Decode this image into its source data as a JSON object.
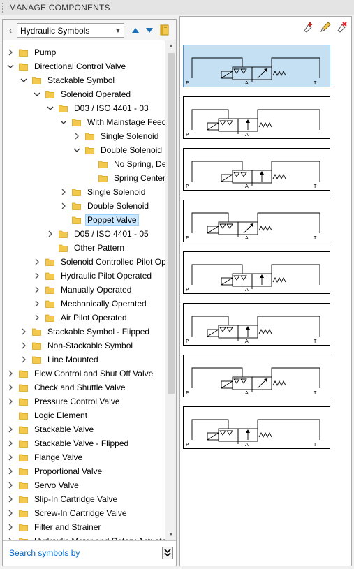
{
  "window": {
    "title": "MANAGE COMPONENTS"
  },
  "library_select": {
    "value": "Hydraulic Symbols"
  },
  "tree": [
    {
      "label": "Pump",
      "level": 0,
      "state": "collapsed"
    },
    {
      "label": "Directional Control Valve",
      "level": 0,
      "state": "expanded"
    },
    {
      "label": "Stackable Symbol",
      "level": 1,
      "state": "expanded"
    },
    {
      "label": "Solenoid Operated",
      "level": 2,
      "state": "expanded"
    },
    {
      "label": "D03 / ISO 4401 - 03",
      "level": 3,
      "state": "expanded"
    },
    {
      "label": "With Mainstage Feedl",
      "level": 4,
      "state": "expanded"
    },
    {
      "label": "Single Solenoid",
      "level": 5,
      "state": "collapsed"
    },
    {
      "label": "Double Solenoid",
      "level": 5,
      "state": "expanded"
    },
    {
      "label": "No Spring, Det",
      "level": 6,
      "state": "leaf"
    },
    {
      "label": "Spring Centere",
      "level": 6,
      "state": "leaf"
    },
    {
      "label": "Single Solenoid",
      "level": 4,
      "state": "collapsed"
    },
    {
      "label": "Double Solenoid",
      "level": 4,
      "state": "collapsed"
    },
    {
      "label": "Poppet Valve",
      "level": 4,
      "state": "leaf",
      "selected": true
    },
    {
      "label": "D05 / ISO 4401 - 05",
      "level": 3,
      "state": "collapsed"
    },
    {
      "label": "Other Pattern",
      "level": 3,
      "state": "leaf"
    },
    {
      "label": "Solenoid Controlled Pilot Op",
      "level": 2,
      "state": "collapsed"
    },
    {
      "label": "Hydraulic Pilot Operated",
      "level": 2,
      "state": "collapsed"
    },
    {
      "label": "Manually Operated",
      "level": 2,
      "state": "collapsed"
    },
    {
      "label": "Mechanically Operated",
      "level": 2,
      "state": "collapsed"
    },
    {
      "label": "Air Pilot Operated",
      "level": 2,
      "state": "collapsed"
    },
    {
      "label": "Stackable Symbol - Flipped",
      "level": 1,
      "state": "collapsed"
    },
    {
      "label": "Non-Stackable Symbol",
      "level": 1,
      "state": "collapsed"
    },
    {
      "label": "Line Mounted",
      "level": 1,
      "state": "collapsed"
    },
    {
      "label": "Flow Control and Shut Off Valve",
      "level": 0,
      "state": "collapsed"
    },
    {
      "label": "Check and Shuttle Valve",
      "level": 0,
      "state": "collapsed"
    },
    {
      "label": "Pressure Control Valve",
      "level": 0,
      "state": "collapsed"
    },
    {
      "label": "Logic Element",
      "level": 0,
      "state": "leaf"
    },
    {
      "label": "Stackable Valve",
      "level": 0,
      "state": "collapsed"
    },
    {
      "label": "Stackable Valve - Flipped",
      "level": 0,
      "state": "collapsed"
    },
    {
      "label": "Flange Valve",
      "level": 0,
      "state": "collapsed"
    },
    {
      "label": "Proportional Valve",
      "level": 0,
      "state": "collapsed"
    },
    {
      "label": "Servo Valve",
      "level": 0,
      "state": "collapsed"
    },
    {
      "label": "Slip-In Cartridge Valve",
      "level": 0,
      "state": "collapsed"
    },
    {
      "label": "Screw-In Cartridge Valve",
      "level": 0,
      "state": "collapsed"
    },
    {
      "label": "Filter and Strainer",
      "level": 0,
      "state": "collapsed"
    },
    {
      "label": "Hydraulic Motor and Rotary Actuato",
      "level": 0,
      "state": "collapsed"
    }
  ],
  "search": {
    "link_label": "Search symbols by"
  },
  "symbols": [
    {
      "ports": [
        "P",
        "A",
        "T"
      ],
      "selected": true
    },
    {
      "ports": [
        "P",
        "A"
      ],
      "selected": false
    },
    {
      "ports": [
        "P",
        "A",
        "T"
      ],
      "selected": false
    },
    {
      "ports": [
        "P",
        "A",
        "T"
      ],
      "selected": false
    },
    {
      "ports": [
        "P",
        "A"
      ],
      "selected": false
    },
    {
      "ports": [
        "P",
        "A",
        "T"
      ],
      "selected": false
    },
    {
      "ports": [
        "P",
        "A",
        "T"
      ],
      "selected": false
    },
    {
      "ports": [
        "P",
        "A",
        "T"
      ],
      "selected": false
    }
  ],
  "colors": {
    "folder": "#f2c94c",
    "folder_edge": "#d9a520",
    "selection": "#cce8ff",
    "link": "#0066cc",
    "symbol_selected": "#c5dff3"
  }
}
